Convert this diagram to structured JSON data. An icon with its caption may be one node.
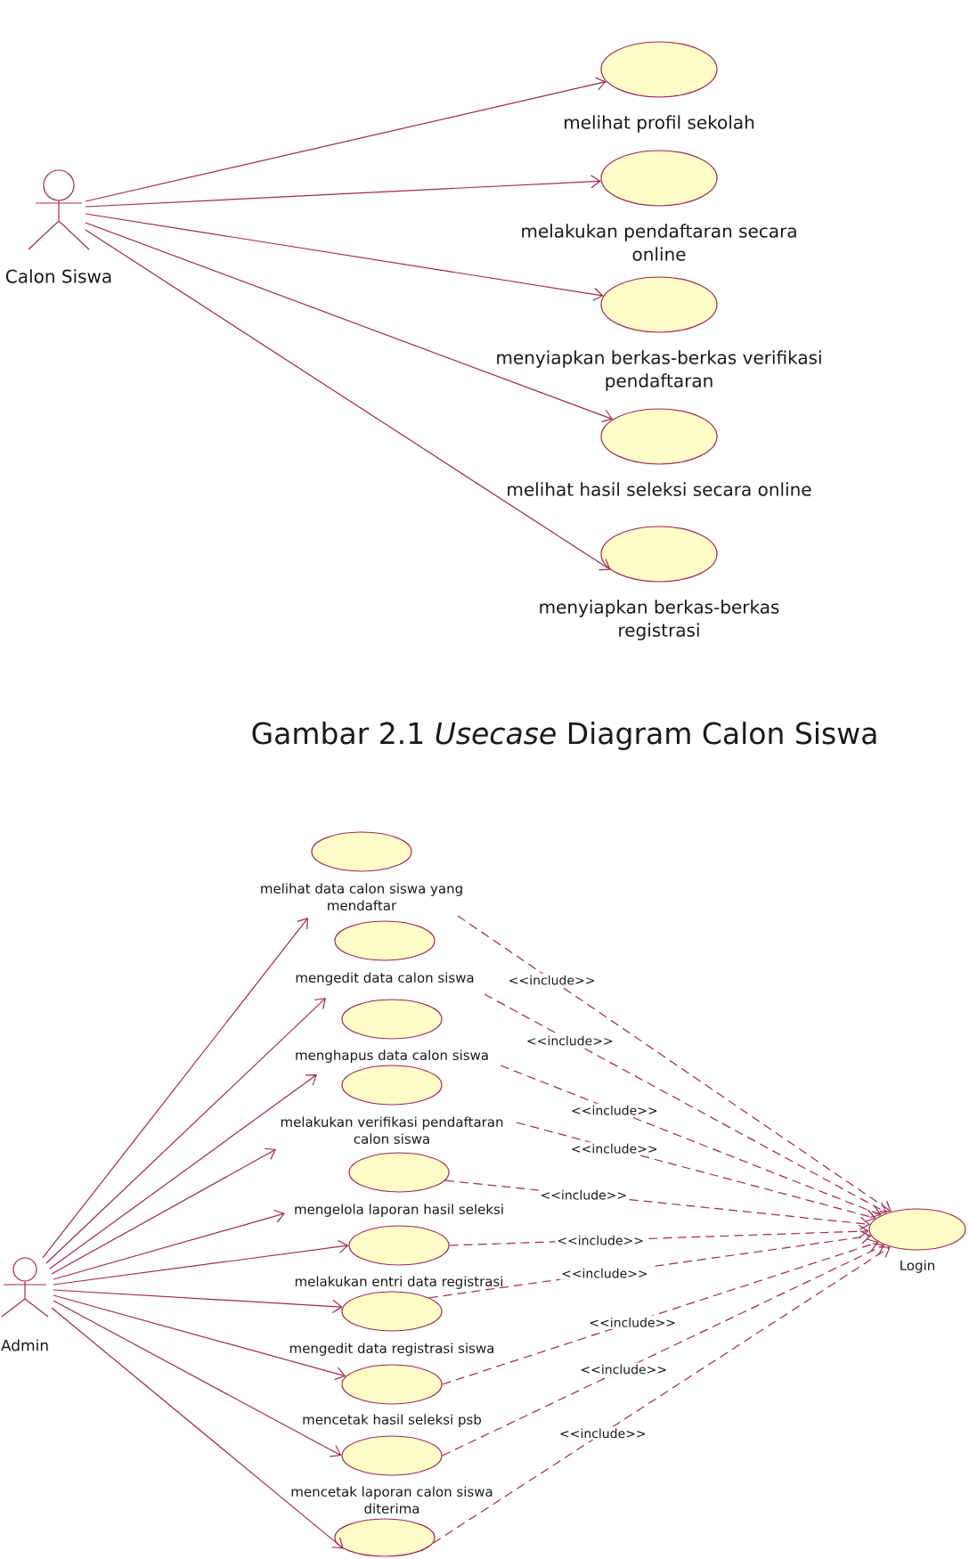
{
  "diagram": {
    "caption": "Gambar 2.1 *Usecase* Diagram Calon Siswa",
    "nodes": [
      {
        "text": [
          "Calon Siswa"
        ]
      },
      {
        "text": [
          "melihat profil sekolah"
        ]
      },
      {
        "text": [
          "melakukan pendaftaran secara online"
        ]
      },
      {
        "text": [
          "menyiapkan berkas-berkas verifikasi pendaftaran"
        ]
      },
      {
        "text": [
          "melihat hasil seleksi secara online"
        ]
      },
      {
        "text": [
          "menyiapkan berkas-berkas registrasi"
        ]
      },
      {
        "text": [
          "Admin"
        ]
      },
      {
        "text": [
          "melihat data calon siswa yang mendaftar"
        ]
      },
      {
        "text": [
          "mengedit data calon siswa"
        ]
      },
      {
        "text": [
          "menghapus data calon siswa"
        ]
      },
      {
        "text": [
          "melakukan verifikasi pendaftaran calon siswa"
        ]
      },
      {
        "text": [
          "mengelola laporan hasil seleksi"
        ]
      },
      {
        "text": [
          "melakukan entri data registrasi"
        ]
      },
      {
        "text": [
          "mengedit data registrasi siswa"
        ]
      },
      {
        "text": [
          "mencetak hasil seleksi psb"
        ]
      },
      {
        "text": [
          "mencetak laporan calon siswa diterima"
        ]
      },
      {
        "text": [],
        "shape": "ellipse"
      },
      {
        "text": [
          "Login"
        ]
      }
    ],
    "edges": [
      {
        "from": 0,
        "to": 1,
        "arrow": "to"
      },
      {
        "from": 0,
        "to": 2,
        "arrow": "to"
      },
      {
        "from": 0,
        "to": 3,
        "arrow": "to"
      },
      {
        "from": 0,
        "to": 4,
        "arrow": "to"
      },
      {
        "from": 0,
        "to": 5,
        "arrow": "to"
      },
      {
        "from": 6,
        "to": 7,
        "arrow": "to"
      },
      {
        "from": 6,
        "to": 8,
        "arrow": "to"
      },
      {
        "from": 6,
        "to": 9,
        "arrow": "to"
      },
      {
        "from": 6,
        "to": 10,
        "arrow": "to"
      },
      {
        "from": 6,
        "to": 11,
        "arrow": "to"
      },
      {
        "from": 6,
        "to": 12,
        "arrow": "to"
      },
      {
        "from": 6,
        "to": 13,
        "arrow": "to"
      },
      {
        "from": 6,
        "to": 14,
        "arrow": "to"
      },
      {
        "from": 6,
        "to": 15,
        "arrow": "to"
      },
      {
        "from": 6,
        "to": 16,
        "arrow": "to"
      },
      {
        "from": 7,
        "to": 17,
        "arrow": "to",
        "style": "dashed",
        "label": "<<include>>"
      },
      {
        "from": 8,
        "to": 17,
        "arrow": "to",
        "style": "dashed",
        "label": "<<include>>"
      },
      {
        "from": 9,
        "to": 17,
        "arrow": "to",
        "style": "dashed",
        "label": "<<include>>"
      },
      {
        "from": 10,
        "to": 17,
        "arrow": "to",
        "style": "dashed",
        "label": "<<include>>"
      },
      {
        "from": 11,
        "to": 17,
        "arrow": "to",
        "style": "dashed",
        "label": "<<include>>"
      },
      {
        "from": 12,
        "to": 17,
        "arrow": "to",
        "style": "dashed",
        "label": "<<include>>"
      },
      {
        "from": 13,
        "to": 17,
        "arrow": "to",
        "style": "dashed",
        "label": "<<include>>"
      },
      {
        "from": 14,
        "to": 17,
        "arrow": "to",
        "style": "dashed",
        "label": "<<include>>"
      },
      {
        "from": 15,
        "to": 17,
        "arrow": "to",
        "style": "dashed",
        "label": "<<include>>"
      },
      {
        "from": 16,
        "to": 17,
        "arrow": "to",
        "style": "dashed",
        "label": "<<include>>"
      }
    ]
  }
}
